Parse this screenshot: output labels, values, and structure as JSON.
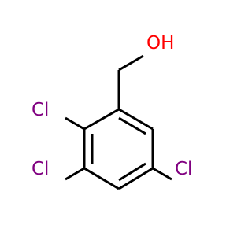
{
  "molecule": {
    "hydroxyl_label": "OH",
    "chlorine_label_1": "Cl",
    "chlorine_label_2": "Cl",
    "chlorine_label_3": "Cl"
  },
  "colors": {
    "bond": "#000000",
    "oxygen": "#ff0000",
    "chlorine": "#800080",
    "background": "#ffffff"
  }
}
